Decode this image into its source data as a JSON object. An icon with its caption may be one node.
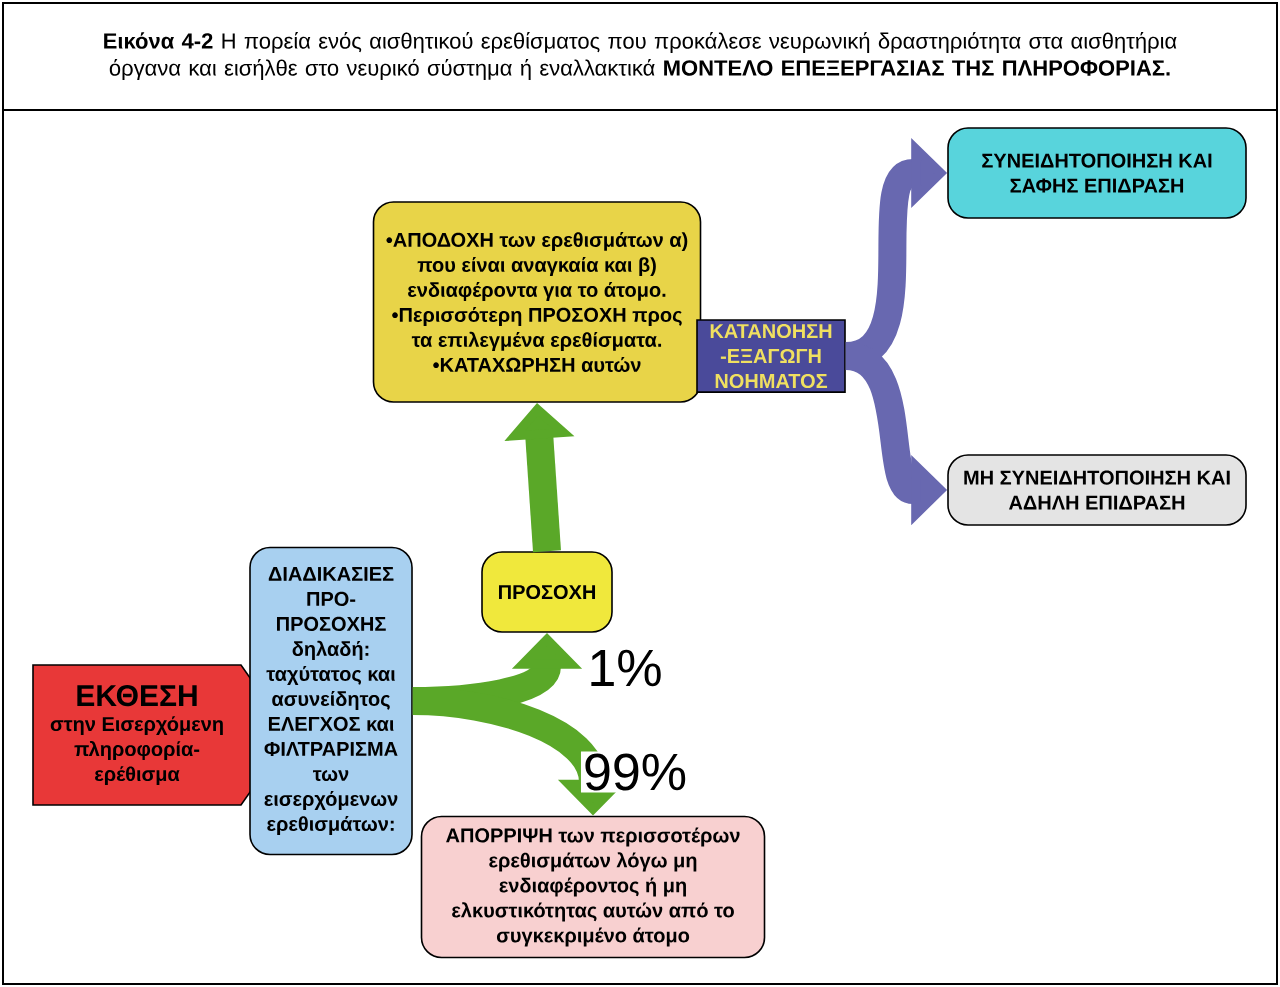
{
  "diagram": {
    "title": "**Εικόνα 4-2** Η πορεία ενός αισθητικού ερεθίσματος που προκάλεσε νευρωνική δραστηριότητα στα αισθητήρια όργανα και εισήλθε στο νευρικό σύστημα ή εναλλακτικά **ΜΟΝΤΕΛΟ ΕΠΕΞΕΡΓΑΣΙΑΣ ΤΗΣ ΠΛΗΡΟΦΟΡΙΑΣ.**",
    "nodes": [
      {
        "text": [
          "ΕΚΘΕΣΗ",
          "στην Εισερχόμενη πληροφορία- ερέθισμα"
        ]
      },
      {
        "text": [
          "ΔΙΑΔΙΚΑΣΙΕΣ ΠΡΟ- ΠΡΟΣΟΧΗΣ δηλαδή: ταχύτατος και ασυνείδητος ΕΛΕΓΧΟΣ και ΦΙΛΤΡΑΡΙΣΜΑ των εισερχόμενων ερεθισμάτων:"
        ]
      },
      {
        "text": [
          "ΠΡΟΣΟΧΗ"
        ]
      },
      {
        "text": [
          "•ΑΠΟΔΟΧΗ των ερεθισμάτων α) που είναι αναγκαία και β) ενδιαφέροντα για το άτομο. •Περισσότερη ΠΡΟΣΟΧΗ προς τα επιλεγμένα ερεθίσματα. •ΚΑΤΑΧΩΡΗΣΗ αυτών"
        ]
      },
      {
        "text": [
          "ΑΠΟΡΡΙΨΗ των περισσοτέρων ερεθισμάτων λόγω μη ενδιαφέροντος ή μη ελκυστικότητας αυτών από το συγκεκριμένο άτομο"
        ]
      },
      {
        "text": [
          "ΚΑΤΑΝΟΗΣΗ -ΕΞΑΓΩΓΗ ΝΟΗΜΑΤΟΣ"
        ]
      },
      {
        "text": [
          "ΣΥΝΕΙΔΗΤΟΠΟΙΗΣΗ ΚΑΙ ΣΑΦΗΣ ΕΠΙΔΡΑΣΗ"
        ]
      },
      {
        "text": [
          "ΜΗ ΣΥΝΕΙΔΗΤΟΠΟΙΗΣΗ ΚΑΙ ΑΔΗΛΗ ΕΠΙΔΡΑΣΗ"
        ]
      }
    ],
    "edges": [
      {
        "from": 1,
        "to": 2,
        "arrow": "to",
        "label": "1%"
      },
      {
        "from": 1,
        "to": 4,
        "arrow": "to",
        "label": "99%"
      },
      {
        "from": 2,
        "to": 3,
        "arrow": "to"
      },
      {
        "from": 5,
        "to": 6,
        "arrow": "to",
        "color": "#6868b0"
      },
      {
        "from": 5,
        "to": 7,
        "arrow": "to",
        "color": "#6868b0"
      }
    ]
  }
}
